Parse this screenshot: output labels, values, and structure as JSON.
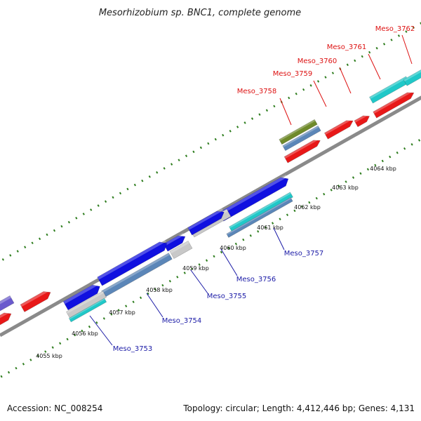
{
  "title": "Mesorhizobium sp. BNC1, complete genome",
  "footer": {
    "accession": "Accession: NC_008254",
    "summary": "Topology: circular; Length: 4,412,446 bp; Genes: 4,131"
  },
  "colors": {
    "backbone": "#888888",
    "tick": "#2e7d1e",
    "forward_label": "#dd1111",
    "reverse_label": "#1a1aa6",
    "cds": "#1010e0",
    "rna": "#e81818",
    "cyan": "#20c8c8",
    "steel": "#5b86b8",
    "olive": "#6f8a2a",
    "purple": "#6a5acd",
    "grey": "#c8c8c8"
  },
  "ticks": [
    {
      "label": "4055 kbp",
      "kbp": 4055
    },
    {
      "label": "4056 kbp",
      "kbp": 4056
    },
    {
      "label": "4057 kbp",
      "kbp": 4057
    },
    {
      "label": "4058 kbp",
      "kbp": 4058
    },
    {
      "label": "4059 kbp",
      "kbp": 4059
    },
    {
      "label": "4060 kbp",
      "kbp": 4060
    },
    {
      "label": "4061 kbp",
      "kbp": 4061
    },
    {
      "label": "4062 kbp",
      "kbp": 4062
    },
    {
      "label": "4063 kbp",
      "kbp": 4063
    },
    {
      "label": "4064 kbp",
      "kbp": 4064
    }
  ],
  "labels_top": [
    "Meso_3758",
    "Meso_3759",
    "Meso_3760",
    "Meso_3761",
    "Meso_3762"
  ],
  "labels_bottom": [
    "Meso_3753",
    "Meso_3754",
    "Meso_3755",
    "Meso_3756",
    "Meso_3757"
  ]
}
